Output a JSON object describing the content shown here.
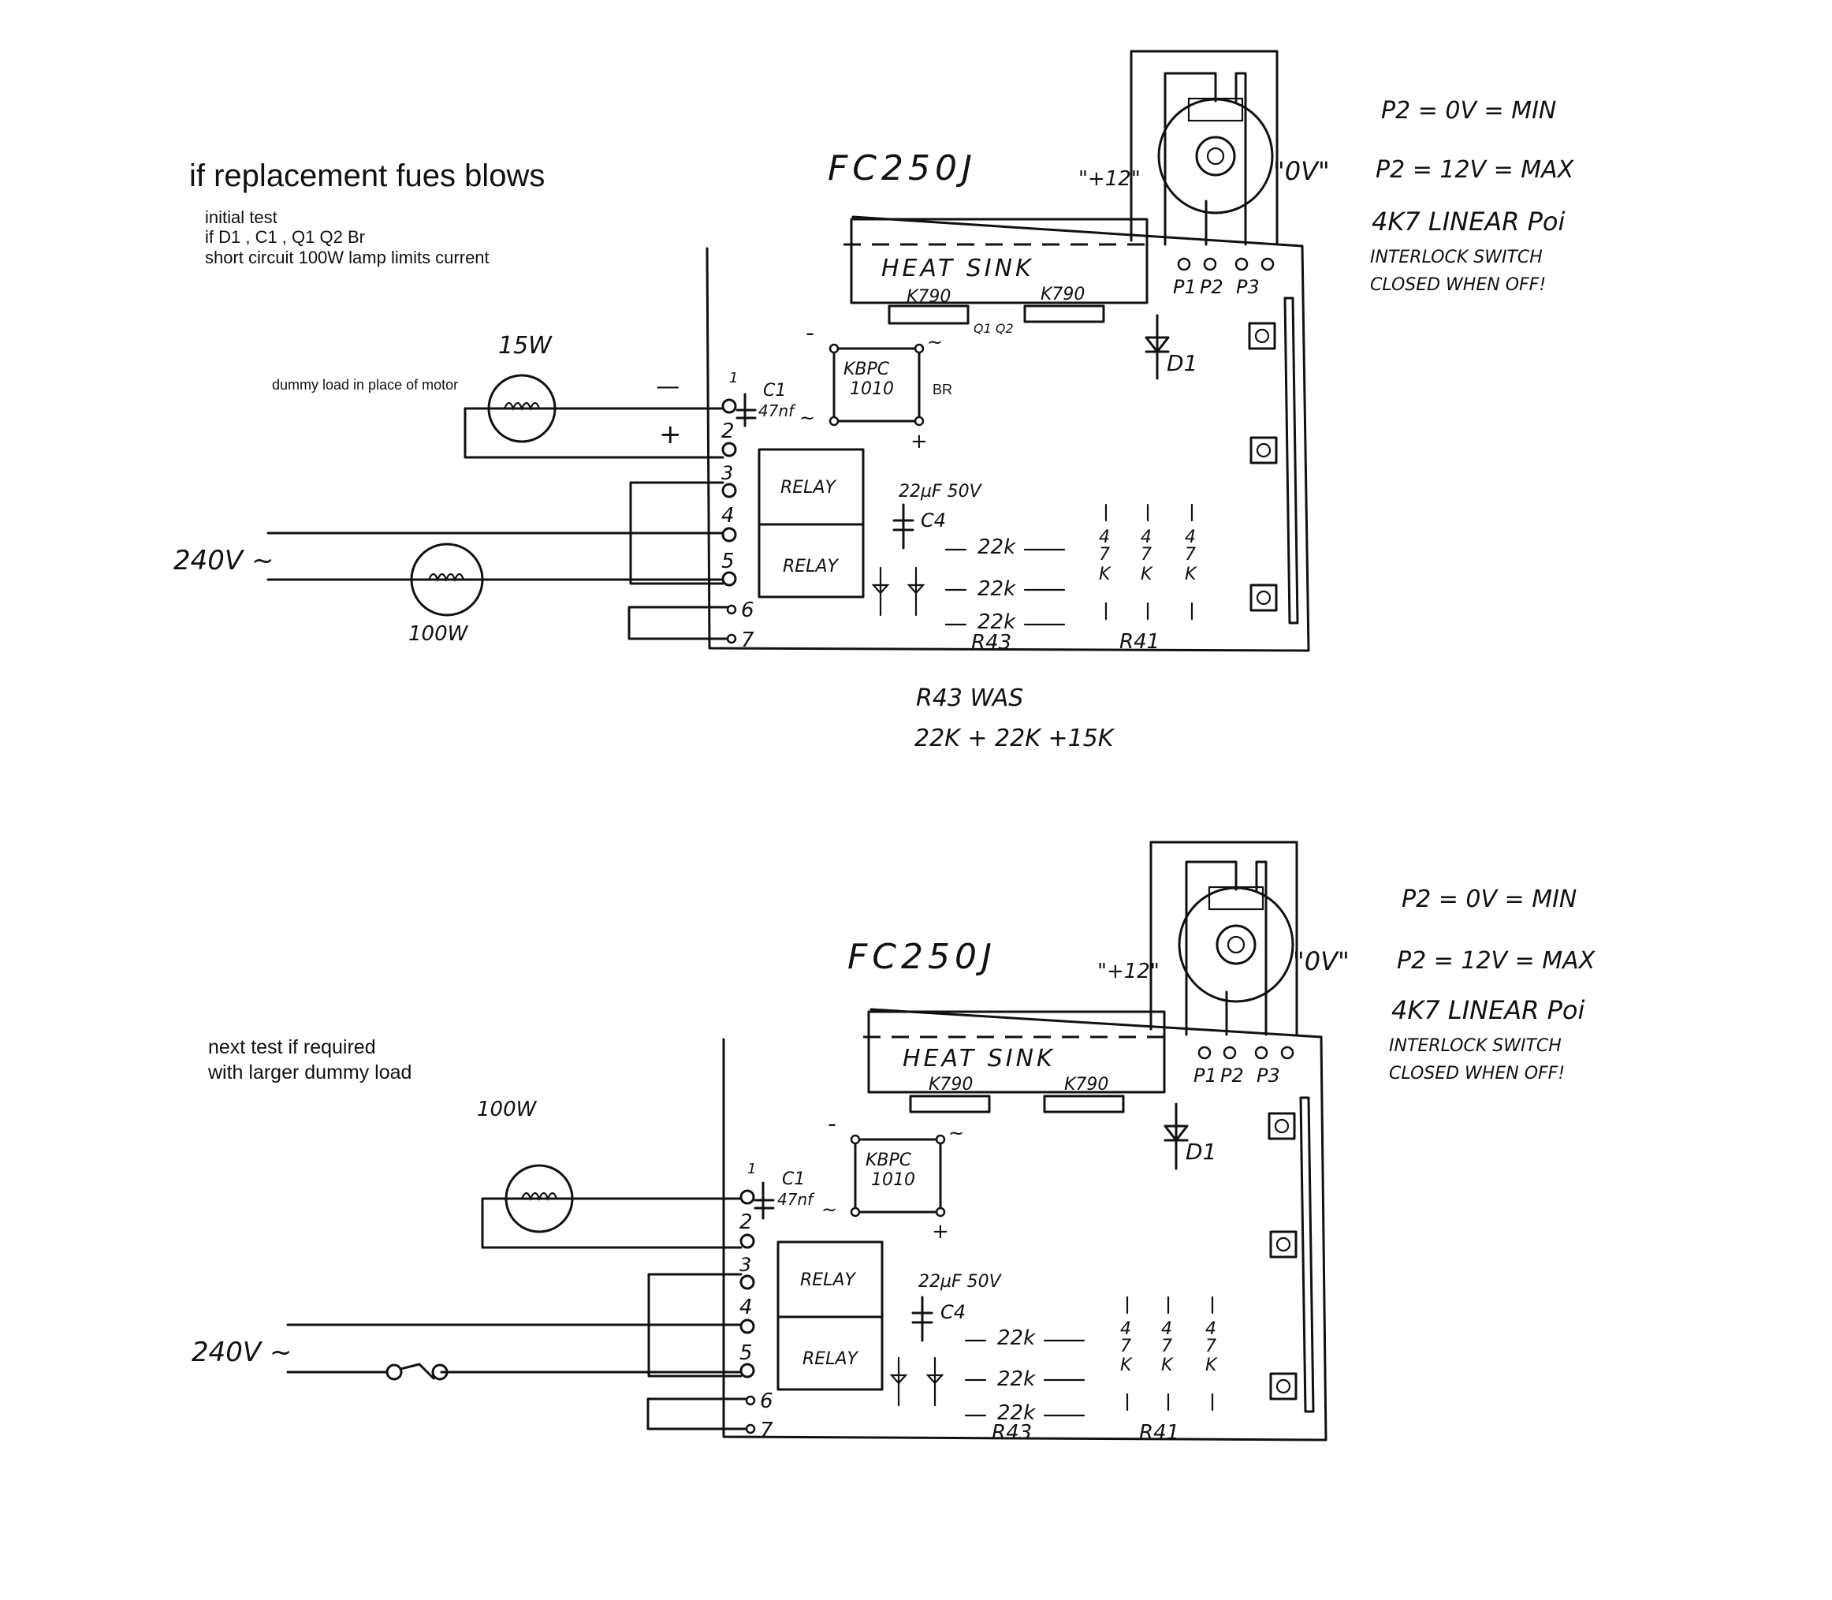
{
  "notes": {
    "heading": "if replacement fues blows",
    "initial_lines": [
      "initial test",
      "if D1 , C1 , Q1 Q2   Br",
      "short circuit  100W lamp limits current"
    ],
    "dummy_load_note": "dummy load in place of motor",
    "next_lines": [
      "next test if required",
      "with larger dummy load"
    ],
    "r43_note": [
      "R43 WAS",
      "22K + 22K +15K"
    ]
  },
  "board": {
    "model": "FC250J",
    "heatsink": "HEAT SINK",
    "transistor": "K790",
    "q_labels": "Q1 Q2",
    "bridge_part": "KBPC",
    "bridge_num": "1010",
    "bridge_label": "BR",
    "c1_label": "C1",
    "c1_value": "47nf",
    "c4_value": "22µF 50V",
    "c4_label": "C4",
    "relay": "RELAY",
    "resistor_22k": "22k",
    "resistor_47k": [
      "4",
      "7",
      "K"
    ],
    "r43": "R43",
    "r41": "R41",
    "d1": "D1",
    "pots": [
      "P1",
      "P2",
      "P3"
    ],
    "plus12": "\"+12\"",
    "zero_v": "\"0V\"",
    "terminals": [
      "1",
      "2",
      "3",
      "4",
      "5",
      "6",
      "7"
    ],
    "minus": "-",
    "plus": "+",
    "ac": "~"
  },
  "specs": {
    "p2_min": "P2 = 0V = MIN",
    "p2_max": "P2 = 12V = MAX",
    "pot_type": "4K7 LINEAR Poi",
    "interlock_1": "INTERLOCK SWITCH",
    "interlock_2": "CLOSED WHEN OFF!"
  },
  "loads": {
    "lamp_15w": "15W",
    "lamp_100w": "100W",
    "mains": "240V ~",
    "motor_minus": "—",
    "motor_plus": "+"
  }
}
